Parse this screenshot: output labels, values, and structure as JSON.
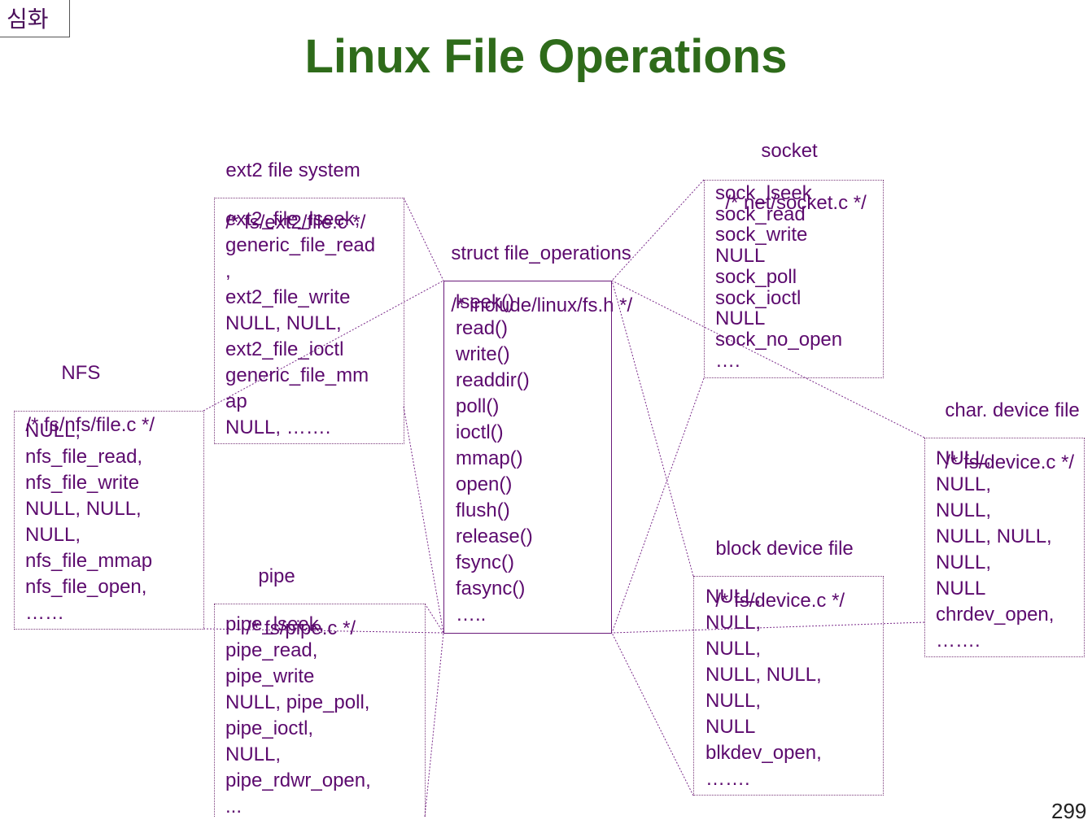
{
  "tag": "심화",
  "title": "Linux File Operations",
  "page_number": "299",
  "center": {
    "label_line1": "struct file_operations",
    "label_line2": "/* include/linux/fs.h */",
    "items": [
      "lseek()",
      "read()",
      "write()",
      "readdir()",
      "poll()",
      "ioctl()",
      "mmap()",
      "open()",
      "flush()",
      "release()",
      "fsync()",
      "fasync()",
      "….."
    ]
  },
  "ext2": {
    "label_line1": "ext2 file system",
    "label_line2": "/* fs/ext2/file.c */",
    "items": [
      "ext2_file_lseek,",
      "generic_file_read",
      ",",
      "ext2_file_write",
      "NULL, NULL,",
      "ext2_file_ioctl",
      "generic_file_mm",
      "ap",
      "NULL, ……."
    ]
  },
  "nfs": {
    "label_line1": "NFS",
    "label_line2": "/* fs/nfs/file.c */",
    "items": [
      "NULL,",
      "nfs_file_read,",
      "nfs_file_write",
      "NULL, NULL,",
      "NULL,",
      "nfs_file_mmap",
      "nfs_file_open,",
      "……"
    ]
  },
  "pipe": {
    "label_line1": "pipe",
    "label_line2": "/* fs/pipe.c */",
    "items": [
      "pipe_lseek,",
      "pipe_read,",
      "pipe_write",
      "NULL, pipe_poll,",
      "pipe_ioctl,",
      "NULL,",
      "pipe_rdwr_open,",
      "..."
    ]
  },
  "socket": {
    "label_line1": "socket",
    "label_line2": "/* net/socket.c */",
    "items": [
      "sock_lseek",
      "sock_read",
      "sock_write",
      "NULL",
      "sock_poll",
      "sock_ioctl",
      "NULL",
      "sock_no_open",
      "…."
    ]
  },
  "block": {
    "label_line1": "block device file",
    "label_line2": "/* fs/device.c */",
    "items": [
      "NULL,",
      "NULL,",
      "NULL,",
      "NULL, NULL,",
      "NULL,",
      "NULL",
      "blkdev_open,",
      "……."
    ]
  },
  "chr": {
    "label_line1": "char. device file",
    "label_line2": "/* fs/device.c */",
    "items": [
      "NULL,",
      "NULL,",
      "NULL,",
      "NULL, NULL,",
      "NULL,",
      "NULL",
      "chrdev_open,",
      "……."
    ]
  },
  "colors": {
    "text": "#5c0a6e",
    "title": "#2e6b1a",
    "connector": "#7a2a8a"
  }
}
